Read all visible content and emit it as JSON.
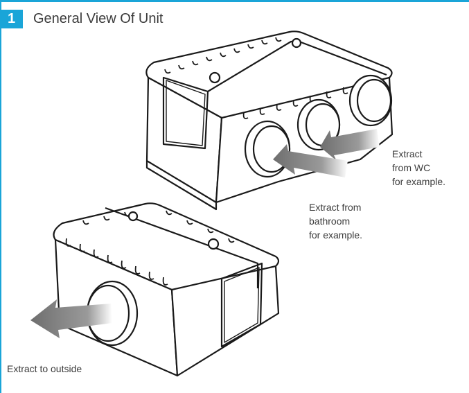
{
  "section": {
    "number": "1",
    "title": "General View Of Unit",
    "accent_color": "#1aa5d8"
  },
  "labels": {
    "extract_wc": "Extract\nfrom WC\nfor example.",
    "extract_bathroom": "Extract from\nbathroom\nfor example.",
    "extract_outside": "Extract to outside"
  }
}
